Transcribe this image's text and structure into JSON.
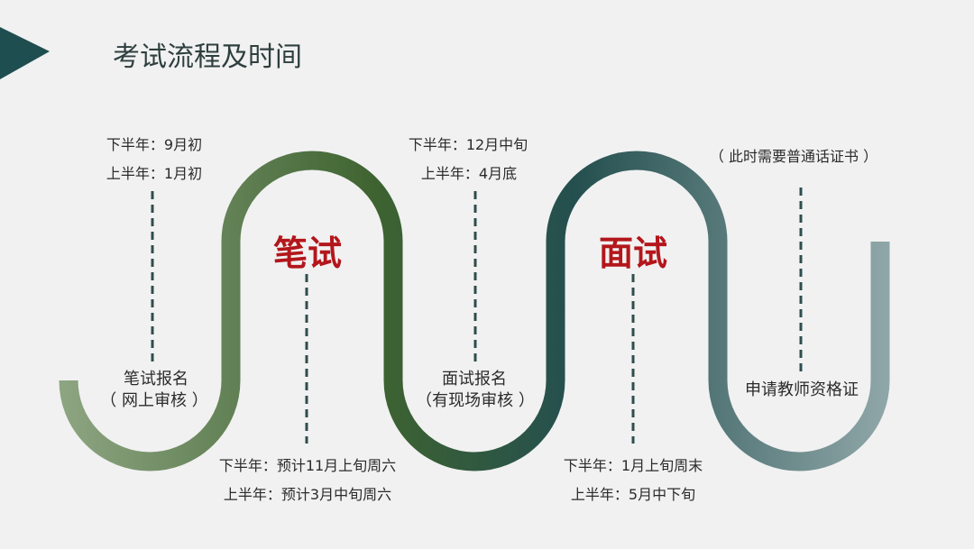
{
  "title": "考试流程及时间",
  "colors": {
    "background": "#f1f1f1",
    "accent_triangle": "#1f4e50",
    "path_start": "#8ea582",
    "path_written": "#3e6330",
    "path_interview": "#244f4f",
    "path_end": "#90a7a9",
    "stage_label": "#b3161b",
    "connector": "#2f4d4d"
  },
  "stages": {
    "written": "笔试",
    "interview": "面试"
  },
  "steps": {
    "written_registration": {
      "label": "笔试报名",
      "note": "（ 网上审核 ）",
      "time_second_half": "下半年：9月初",
      "time_first_half": "上半年：1月初"
    },
    "written_exam": {
      "time_second_half": "下半年：预计11月上旬周六",
      "time_first_half": "上半年：预计3月中旬周六"
    },
    "interview_registration": {
      "label": "面试报名",
      "note": "（有现场审核 ）",
      "time_second_half": "下半年：12月中旬",
      "time_first_half": "上半年：4月底"
    },
    "interview_exam": {
      "time_second_half": "下半年：1月上旬周末",
      "time_first_half": "上半年：5月中下旬"
    },
    "certificate": {
      "label": "申请教师资格证",
      "note": "（ 此时需要普通话证书 ）"
    }
  },
  "icons": {
    "header_marker": "triangle-icon"
  }
}
